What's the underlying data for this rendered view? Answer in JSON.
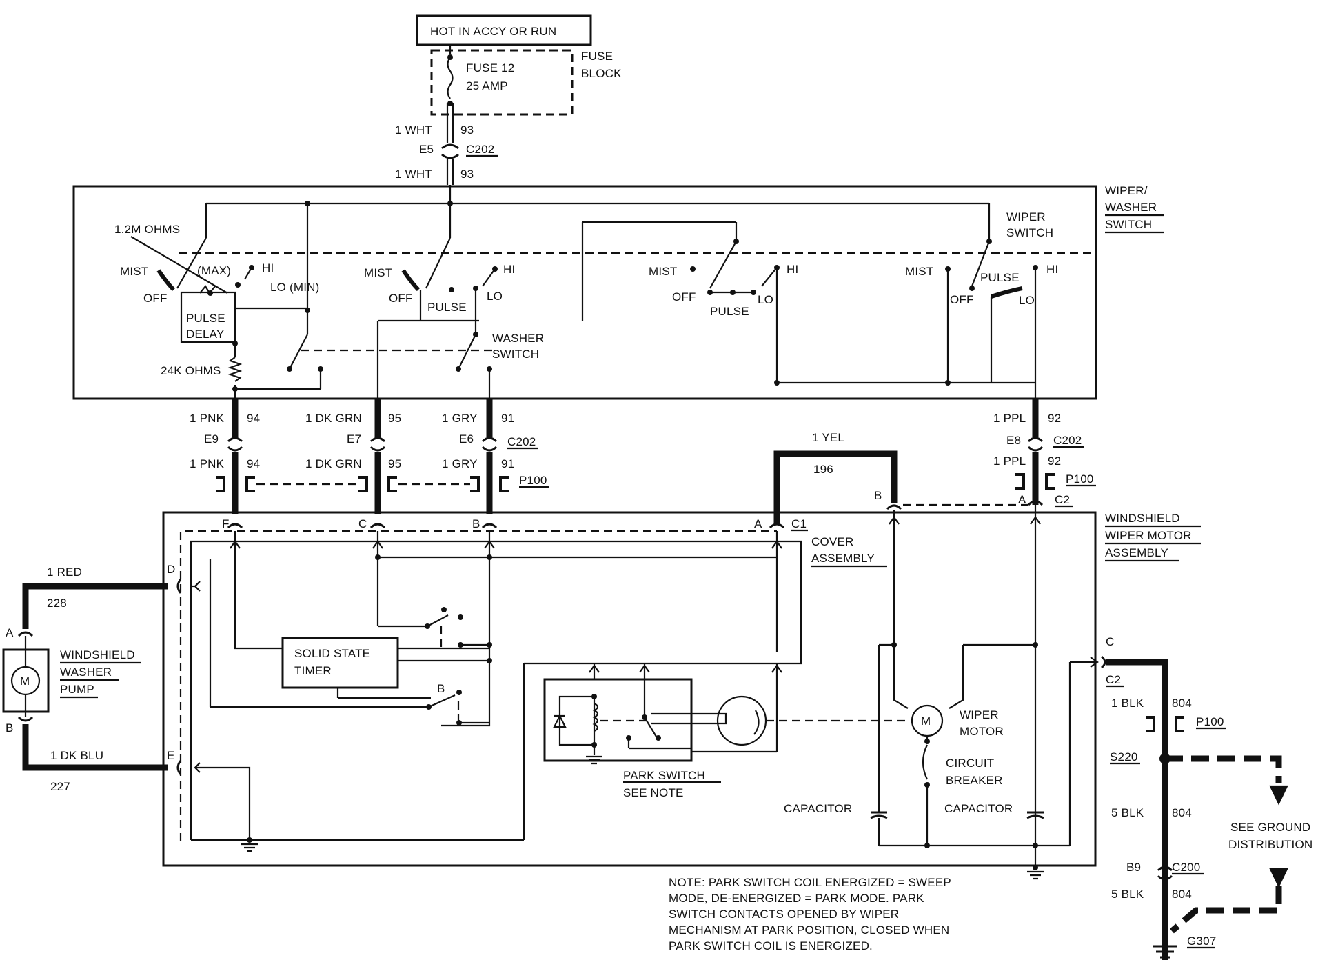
{
  "top": {
    "hot_label": "HOT IN ACCY OR RUN",
    "fuse_line1": "FUSE 12",
    "fuse_line2": "25 AMP",
    "fuse_block_1": "FUSE",
    "fuse_block_2": "BLOCK"
  },
  "feed": {
    "wire1_color": "1 WHT",
    "wire1_circuit": "93",
    "pin": "E5",
    "connector": "C202",
    "wire2_color": "1 WHT",
    "wire2_circuit": "93"
  },
  "switch_assembly": {
    "title_1": "WIPER/",
    "title_2": "WASHER",
    "title_3": "SWITCH",
    "wiper_switch_1": "WIPER",
    "wiper_switch_2": "SWITCH",
    "resistor_1": "1.2M OHMS",
    "resistor_2": "24K OHMS",
    "pulse_delay_1": "PULSE",
    "pulse_delay_2": "DELAY",
    "washer_switch_1": "WASHER",
    "washer_switch_2": "SWITCH",
    "pos1": {
      "mist": "MIST",
      "off": "OFF",
      "max": "(MAX)",
      "hi": "HI",
      "lo": "LO (MIN)"
    },
    "pos2": {
      "mist": "MIST",
      "off": "OFF",
      "pulse": "PULSE",
      "hi": "HI",
      "lo": "LO"
    },
    "pos3": {
      "mist": "MIST",
      "off": "OFF",
      "pulse": "PULSE",
      "hi": "HI",
      "lo": "LO"
    },
    "pos4": {
      "mist": "MIST",
      "off": "OFF",
      "pulse": "PULSE",
      "hi": "HI",
      "lo": "LO"
    }
  },
  "harness": {
    "pnk_a": "1 PNK",
    "c94_a": "94",
    "pnk_b": "1 PNK",
    "c94_b": "94",
    "grn_a": "1 DK GRN",
    "c95_a": "95",
    "grn_b": "1 DK GRN",
    "c95_b": "95",
    "gry_a": "1 GRY",
    "c91_a": "91",
    "gry_b": "1 GRY",
    "c91_b": "91",
    "ppl_a": "1 PPL",
    "c92_a": "92",
    "ppl_b": "1 PPL",
    "c92_b": "92",
    "e9": "E9",
    "e7": "E7",
    "e6": "E6",
    "e8": "E8",
    "c202_a": "C202",
    "c202_b": "C202",
    "p100_a": "P100",
    "p100_b": "P100",
    "yel": "1 YEL",
    "c196": "196"
  },
  "motor_assembly": {
    "title_1": "WINDSHIELD",
    "title_2": "WIPER MOTOR",
    "title_3": "ASSEMBLY",
    "pin_f": "F",
    "pin_c": "C",
    "pin_b": "B",
    "pin_a": "A",
    "c1": "C1",
    "pin_b2": "B",
    "pin_a2": "A",
    "c2": "C2",
    "cover_1": "COVER",
    "cover_2": "ASSEMBLY",
    "timer_1": "SOLID STATE",
    "timer_2": "TIMER",
    "timer_b": "B",
    "park_1": "PARK SWITCH",
    "park_2": "SEE NOTE",
    "motor_1": "WIPER",
    "motor_2": "MOTOR",
    "motor_m": "M",
    "breaker_1": "CIRCUIT",
    "breaker_2": "BREAKER",
    "capacitor_1": "CAPACITOR",
    "capacitor_2": "CAPACITOR",
    "pin_d": "D",
    "pin_e": "E"
  },
  "washer_pump": {
    "title_1": "WINDSHIELD",
    "title_2": "WASHER",
    "title_3": "PUMP",
    "m": "M",
    "pin_a": "A",
    "pin_b": "B",
    "red": "1 RED",
    "c228": "228",
    "dkblu": "1 DK BLU",
    "c227": "227"
  },
  "ground": {
    "pin_c": "C",
    "c2": "C2",
    "blk1": "1 BLK",
    "c804_1": "804",
    "p100": "P100",
    "s220": "S220",
    "blk5a": "5 BLK",
    "c804_2": "804",
    "b9": "B9",
    "c200": "C200",
    "blk5b": "5 BLK",
    "c804_3": "804",
    "g307": "G307",
    "see_1": "SEE GROUND",
    "see_2": "DISTRIBUTION"
  },
  "note": {
    "line1": "NOTE: PARK SWITCH COIL ENERGIZED = SWEEP",
    "line2": "MODE, DE-ENERGIZED =  PARK MODE. PARK",
    "line3": "SWITCH CONTACTS OPENED BY WIPER",
    "line4": "MECHANISM AT PARK POSITION, CLOSED WHEN",
    "line5": "PARK SWITCH COIL IS ENERGIZED."
  }
}
